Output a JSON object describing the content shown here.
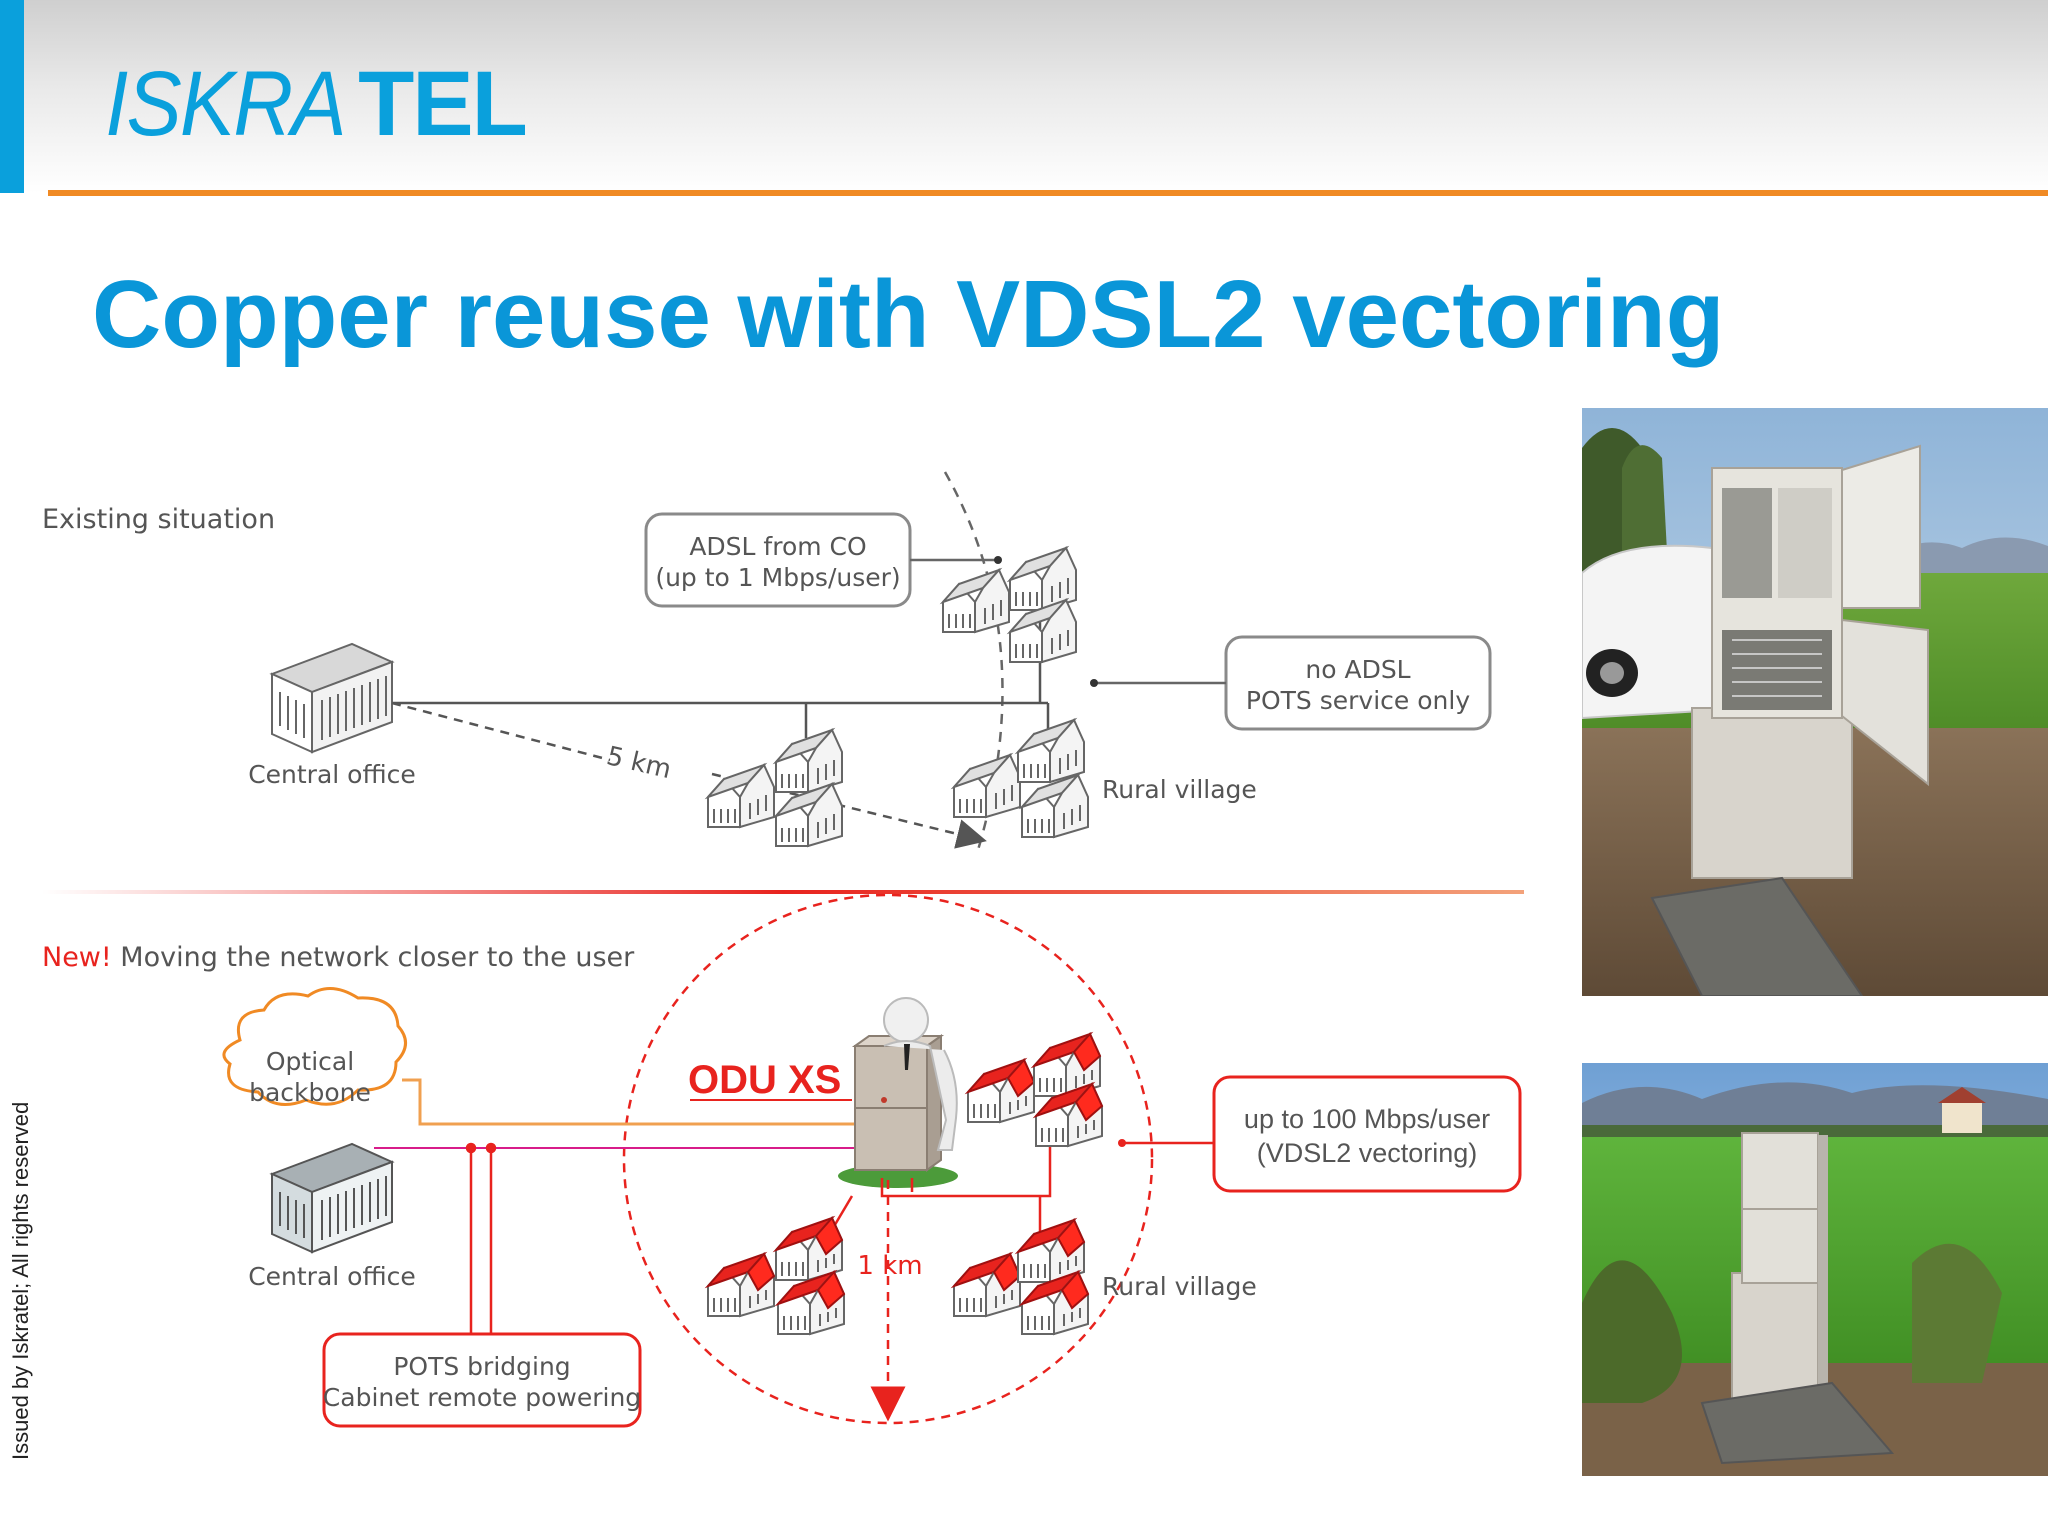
{
  "logo": {
    "part1": "ISKRA",
    "part2": "TEL"
  },
  "title": "Copper reuse with VDSL2 vectoring",
  "footer": "Issued by Iskratel; All rights reserved",
  "top": {
    "section_label": "Existing situation",
    "adsl_line1": "ADSL from CO",
    "adsl_line2": "(up to 1 Mbps/user)",
    "noadsl_line1": "no ADSL",
    "noadsl_line2": "POTS service only",
    "central_office": "Central office",
    "distance": "5 km",
    "rural_village": "Rural village"
  },
  "bottom": {
    "new_label": "New!",
    "section_label": " Moving the network closer to the user",
    "optical_line1": "Optical",
    "optical_line2": "backbone",
    "central_office": "Central office",
    "odu": "ODU XS",
    "distance": "1 km",
    "rural_village": "Rural village",
    "speed_line1": "up to 100 Mbps/user",
    "speed_line2": "(VDSL2 vectoring)",
    "pots_line1": "POTS bridging",
    "pots_line2": "Cabinet remote powering"
  },
  "colors": {
    "accent_blue": "#0a96d8",
    "orange": "#f08a24",
    "red": "#e8231e"
  }
}
